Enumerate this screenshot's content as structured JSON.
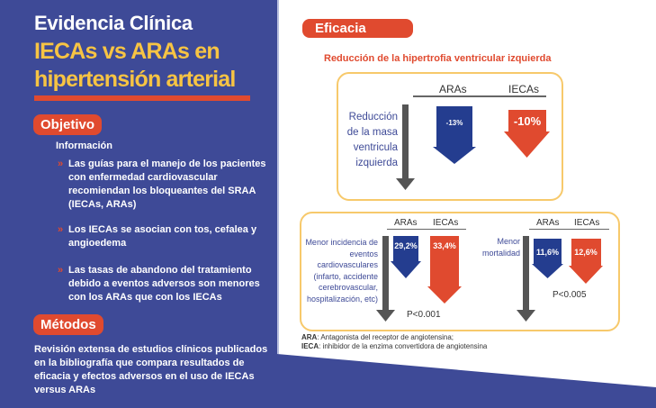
{
  "left": {
    "title": "Evidencia Clínica",
    "subtitle_line1": "IECAs vs ARAs en",
    "subtitle_line2": "hipertensión arterial",
    "objetivo_label": "Objetivo",
    "info_heading": "Información",
    "bullets": [
      "Las guías para el manejo de los pacientes con enfermedad cardiovascular recomiendan los bloqueantes del SRAA (IECAs, ARAs)",
      "Los IECAs se asocian con tos, cefalea y angioedema",
      "Las tasas de abandono del tratamiento debido a eventos adversos son menores con los ARAs que con los IECAs"
    ],
    "metodos_label": "Métodos",
    "metodos_text": "Revisión extensa de estudios clínicos publicados en la bibliografía que compara resultados de eficacia y efectos adversos en el uso de IECAs versus ARAs"
  },
  "right": {
    "eficacia_label": "Eficacia",
    "subtitle": "Reducción de la hipertrofia ventricular izquierda",
    "top": {
      "col1": "ARAs",
      "col2": "IECAs",
      "label": "Reducción de la masa ventricula izquierda",
      "ara_value": "-13%",
      "ieca_value": "-10%"
    },
    "bottom_left": {
      "col1": "ARAs",
      "col2": "IECAs",
      "label": "Menor incidencia de eventos cardiovasculares (infarto, accidente cerebrovascular, hospitalización, etc)",
      "ara_value": "29,2%",
      "ieca_value": "33,4%",
      "p": "P<0.001"
    },
    "bottom_right": {
      "col1": "ARAs",
      "col2": "IECAs",
      "label": "Menor mortalidad",
      "ara_value": "11,6%",
      "ieca_value": "12,6%",
      "p": "P<0.005"
    },
    "legend": {
      "ara_abbr": "ARA",
      "ara_def": ": Antagonista del receptor de angiotensina;",
      "ieca_abbr": "IECA",
      "ieca_def": ": inhibidor de la enzima convertidora de angiotensina"
    }
  },
  "colors": {
    "blue": "#3e4a97",
    "red": "#e04a2f",
    "yellow": "#f7c443",
    "arrow_blue": "#243d8f",
    "gray": "#555555"
  }
}
